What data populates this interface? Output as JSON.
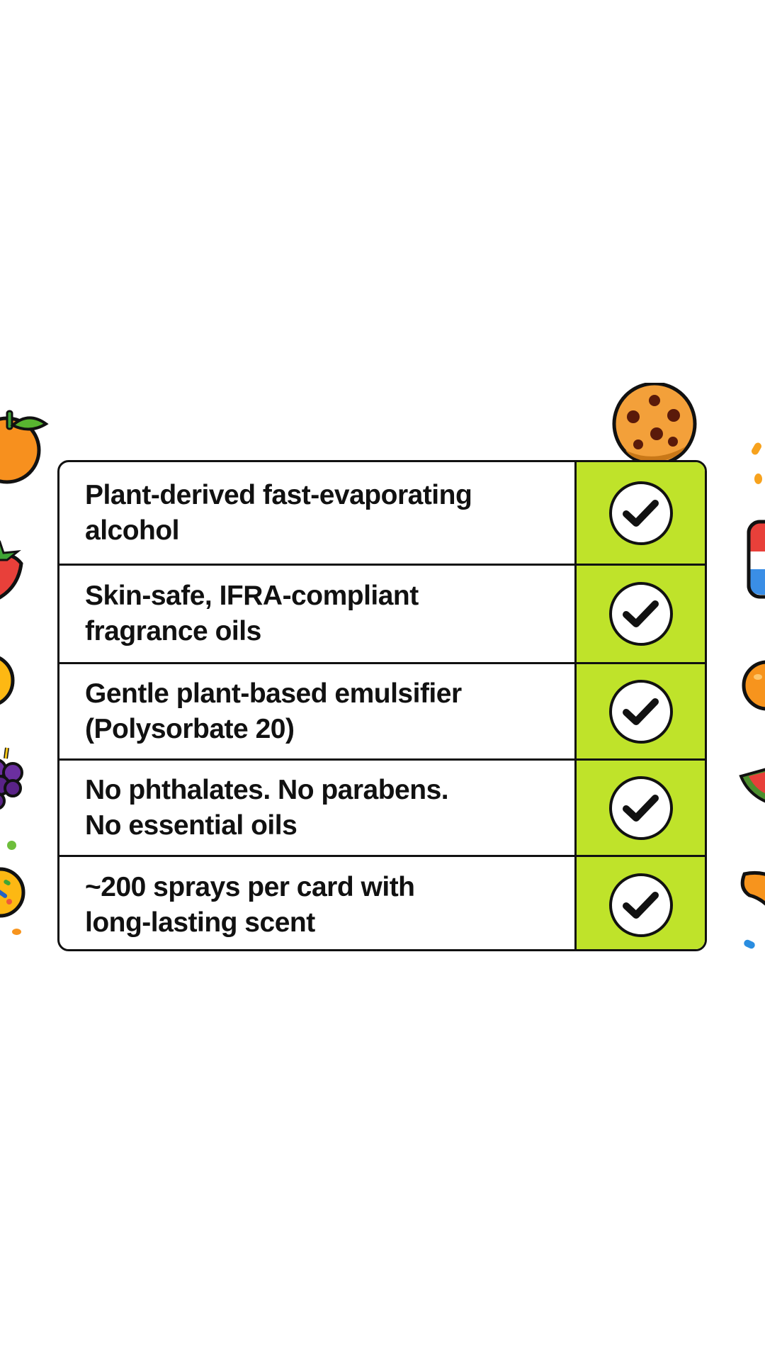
{
  "colors": {
    "check_column": "#bfe32a",
    "border": "#111111",
    "background": "#ffffff"
  },
  "table": {
    "rows": [
      {
        "text_line1": "Plant-derived fast-evaporating",
        "text_line2": "alcohol",
        "icon": "check-circle-icon"
      },
      {
        "text_line1": "Skin-safe, IFRA-compliant",
        "text_line2": "fragrance oils",
        "icon": "check-circle-icon"
      },
      {
        "text_line1": "Gentle plant-based emulsifier",
        "text_line2": "(Polysorbate 20)",
        "icon": "check-circle-icon"
      },
      {
        "text_line1": "No phthalates. No parabens.",
        "text_line2": "No essential oils",
        "icon": "check-circle-icon"
      },
      {
        "text_line1": "~200 sprays per card with",
        "text_line2": "long-lasting scent",
        "icon": "check-circle-icon"
      }
    ]
  },
  "decorations": {
    "left": [
      "orange-icon",
      "strawberry-icon",
      "lemon-icon",
      "grapes-icon",
      "sprinkle-cookie-icon"
    ],
    "right": [
      "popsicle-icon",
      "orange-icon",
      "watermelon-icon",
      "mango-icon"
    ],
    "top": [
      "cookie-icon"
    ]
  }
}
